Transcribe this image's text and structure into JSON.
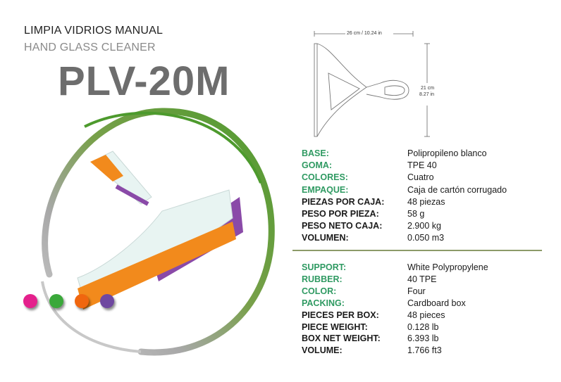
{
  "header": {
    "title_es": "LIMPIA VIDRIOS MANUAL",
    "title_en": "HAND GLASS CLEANER",
    "model": "PLV-20M"
  },
  "diagram": {
    "width_label": "26 cm / 10.24 in",
    "height_cm": "21 cm",
    "height_in": "8.27 in"
  },
  "colors": {
    "label_green": "#2f9a62",
    "swatches": [
      "#e4208c",
      "#3aa83a",
      "#f0660f",
      "#6f48a0"
    ]
  },
  "specs_es": [
    {
      "label": "BASE:",
      "value": "Polipropileno blanco",
      "green": true
    },
    {
      "label": "GOMA:",
      "value": "TPE 40",
      "green": true
    },
    {
      "label": "COLORES:",
      "value": "Cuatro",
      "green": true
    },
    {
      "label": "EMPAQUE:",
      "value": "Caja de cartón corrugado",
      "green": true
    },
    {
      "label": "PIEZAS POR CAJA:",
      "value": "48 piezas",
      "green": false
    },
    {
      "label": "PESO POR PIEZA:",
      "value": "58 g",
      "green": false
    },
    {
      "label": "PESO NETO CAJA:",
      "value": "2.900 kg",
      "green": false
    },
    {
      "label": "VOLUMEN:",
      "value": "0.050 m3",
      "green": false
    }
  ],
  "specs_en": [
    {
      "label": "SUPPORT:",
      "value": "White Polypropylene",
      "green": true
    },
    {
      "label": "RUBBER:",
      "value": "40 TPE",
      "green": true
    },
    {
      "label": "COLOR:",
      "value": "Four",
      "green": true
    },
    {
      "label": "PACKING:",
      "value": "Cardboard box",
      "green": true
    },
    {
      "label": "PIECES PER BOX:",
      "value": "48 pieces",
      "green": false
    },
    {
      "label": "PIECE WEIGHT:",
      "value": "0.128 lb",
      "green": false
    },
    {
      "label": "BOX NET WEIGHT:",
      "value": "6.393 lb",
      "green": false
    },
    {
      "label": "VOLUME:",
      "value": "1.766 ft3",
      "green": false
    }
  ]
}
